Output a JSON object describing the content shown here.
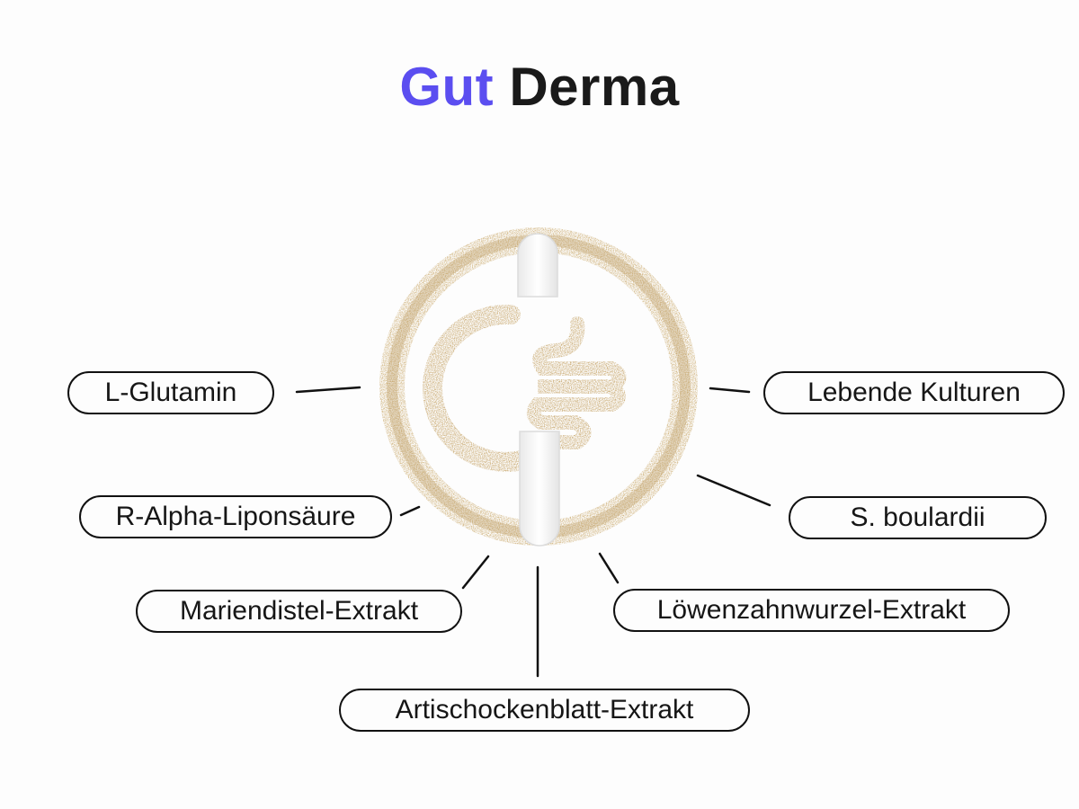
{
  "title": {
    "word1": "Gut",
    "word2": "Derma"
  },
  "colors": {
    "accent": "#5b4ef0",
    "text": "#1a1a1a",
    "powder": "#c9a86a",
    "background": "#fdfdfd"
  },
  "graphic": {
    "icon": "gut-powder-icon",
    "capsule": "capsule-icon"
  },
  "ingredients": [
    "L-Glutamin",
    "Lebende Kulturen",
    "R-Alpha-Liponsäure",
    "S. boulardii",
    "Mariendistel-Extrakt",
    "Löwenzahnwurzel-Extrakt",
    "Artischockenblatt-Extrakt"
  ]
}
